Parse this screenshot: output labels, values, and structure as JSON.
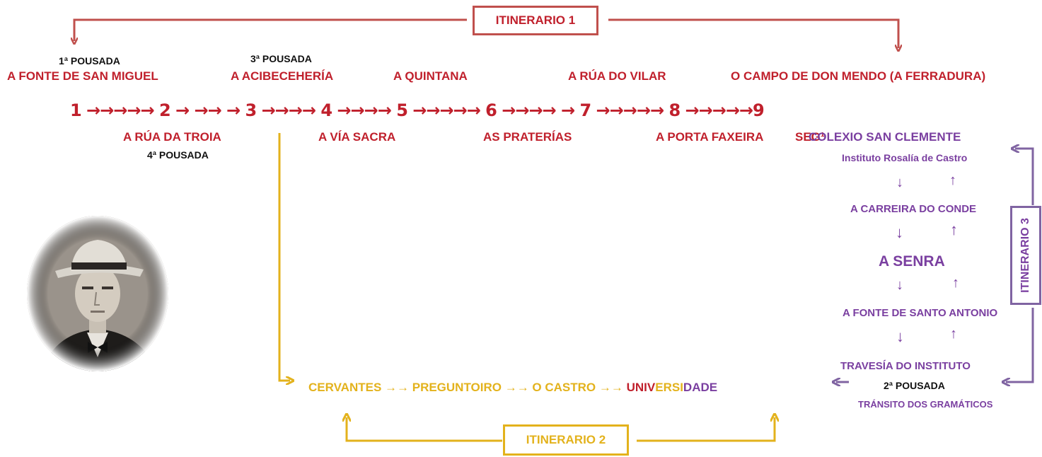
{
  "colors": {
    "red": "#c0202c",
    "purple": "#7a3fa0",
    "yellow": "#e3b21c",
    "black": "#111111"
  },
  "itinerario1": {
    "label": "ITINERARIO 1",
    "stops_top": [
      {
        "sub": "1ª POUSADA",
        "name": "A FONTE DE SAN MIGUEL"
      },
      {
        "sub": "3ª POUSADA",
        "name": "A ACIBECEHERÍA"
      },
      {
        "sub": "",
        "name": "A QUINTANA"
      },
      {
        "sub": "",
        "name": "A RÚA DO VILAR"
      },
      {
        "sub": "",
        "name": "O CAMPO DE DON MENDO (A FERRADURA)"
      }
    ],
    "sequence": "1 →→→→→ 2 → →→ → 3 →→→→ 4 →→→→ 5 →→→→→ 6 →→→→ → 7 →→→→→ 8 →→→→→9",
    "stops_bottom": [
      {
        "name": "A RÚA DA TROIA",
        "sub": "4ª POUSADA"
      },
      {
        "name": "A VÍA SACRA",
        "sub": ""
      },
      {
        "name": "AS PRATERÍAS",
        "sub": ""
      },
      {
        "name": "A PORTA FAXEIRA",
        "sub": ""
      }
    ],
    "seg": "SEG¹"
  },
  "itinerario3": {
    "label": "ITINERARIO 3",
    "stops": [
      "COLEXIO SAN CLEMENTE",
      "Instituto Rosalía de Castro",
      "A CARREIRA DO CONDE",
      "A SENRA",
      "A FONTE DE SANTO ANTONIO",
      "TRAVESÍA DO INSTITUTO"
    ],
    "pousada": "2ª POUSADA",
    "transito": "TRÁNSITO DOS GRAMÁTICOS",
    "arrow_down": "↓",
    "arrow_up": "↑"
  },
  "itinerario2": {
    "label": "ITINERARIO 2",
    "route": "CERVANTES →→ PREGUNTOIRO →→ O CASTRO →→",
    "univ": [
      "UNIV",
      "ERSI",
      "DADE"
    ]
  }
}
